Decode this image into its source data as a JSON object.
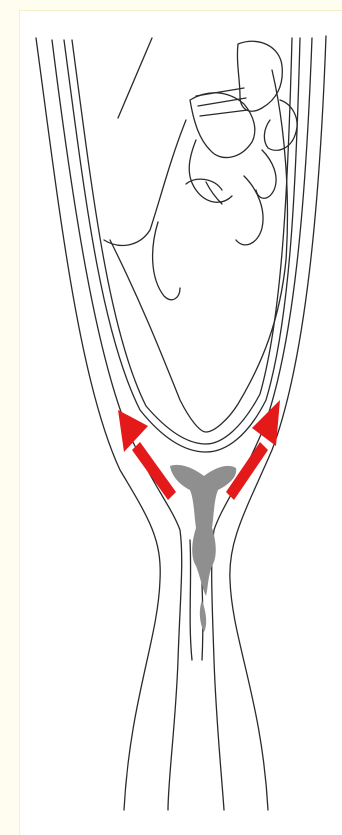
{
  "figure": {
    "subject": "fetal-head-in-cervix-illustration",
    "colors": {
      "background": "#fffdf0",
      "panel": "#ffffff",
      "outline": "#2a2a2a",
      "arrow": "#e41a1a",
      "mucus_plug": "#8f8f8f"
    },
    "arrows": [
      {
        "id": "left-arrow",
        "direction": "up-left"
      },
      {
        "id": "right-arrow",
        "direction": "up-right"
      }
    ]
  }
}
